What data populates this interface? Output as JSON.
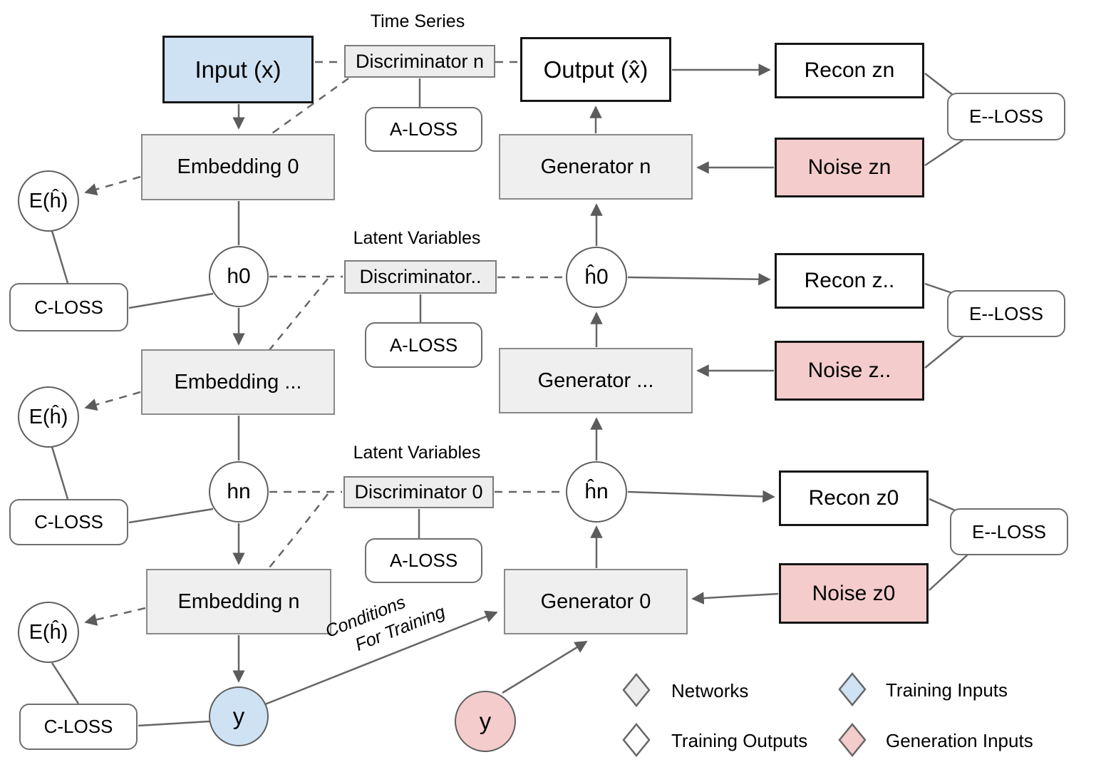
{
  "section_labels": {
    "time_series": "Time Series",
    "latent_variables_top": "Latent Variables",
    "latent_variables_bottom": "Latent Variables",
    "conditions_line1": "Conditions",
    "conditions_line2": "For Training"
  },
  "nodes": {
    "input": "Input (x)",
    "discriminator_n": "Discriminator n",
    "output": "Output (x̂)",
    "recon_zn": "Recon zn",
    "e_loss_top": "E--LOSS",
    "a_loss_top": "A-LOSS",
    "embedding_0": "Embedding 0",
    "generator_n": "Generator n",
    "noise_zn": "Noise zn",
    "e_h_top": "E(ĥ)",
    "h0": "h0",
    "discriminator_mid": "Discriminator..",
    "h_hat_0": "ĥ0",
    "recon_z_mid": "Recon z..",
    "e_loss_mid": "E--LOSS",
    "c_loss_top": "C-LOSS",
    "a_loss_mid": "A-LOSS",
    "embedding_mid": "Embedding ...",
    "generator_mid": "Generator ...",
    "noise_z_mid": "Noise z..",
    "e_h_mid": "E(ĥ)",
    "hn": "hn",
    "discriminator_0": "Discriminator 0",
    "h_hat_n": "ĥn",
    "recon_z0": "Recon z0",
    "e_loss_bottom": "E--LOSS",
    "c_loss_mid": "C-LOSS",
    "a_loss_bottom": "A-LOSS",
    "embedding_n": "Embedding n",
    "generator_0": "Generator 0",
    "noise_z0": "Noise z0",
    "e_h_bottom": "E(ĥ)",
    "y_training": "y",
    "y_generation": "y",
    "c_loss_bottom": "C-LOSS"
  },
  "legend": {
    "networks": "Networks",
    "training_outputs": "Training Outputs",
    "training_inputs": "Training Inputs",
    "generation_inputs": "Generation Inputs"
  },
  "colors": {
    "training_input_fill": "#cfe2f3",
    "generation_input_fill": "#f4cccc",
    "network_fill": "#efefef",
    "training_output_fill": "#ffffff",
    "wire": "#666666"
  }
}
